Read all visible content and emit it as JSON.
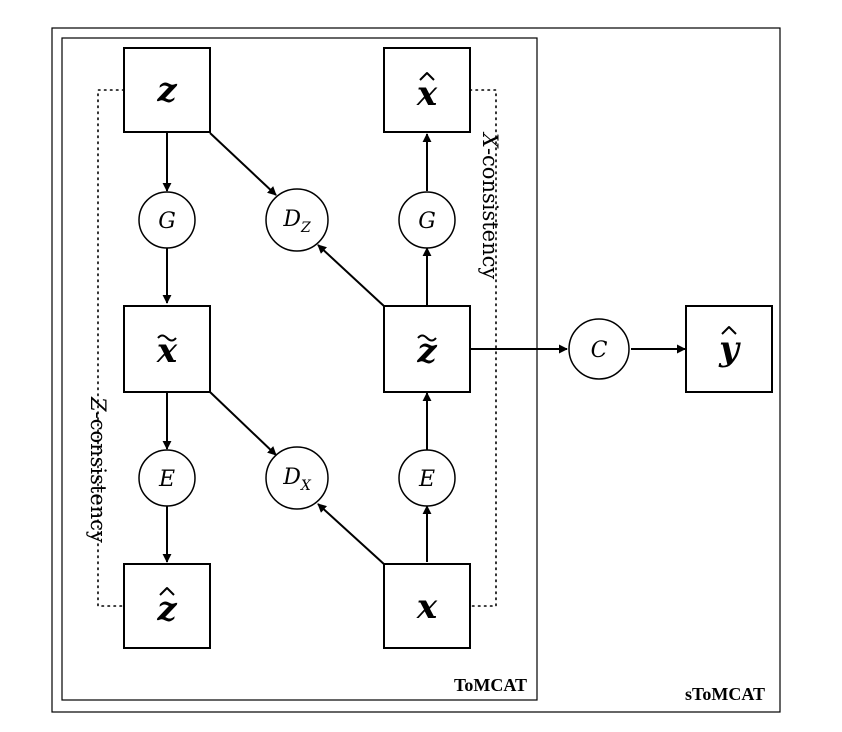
{
  "diagram": {
    "frames": {
      "outer_label": "sToMCAT",
      "inner_label": "ToMCAT"
    },
    "nodes": {
      "z": "z",
      "x_hat": "x",
      "x_tilde": "x",
      "z_tilde": "z",
      "z_hat": "z",
      "x": "x",
      "y_hat": "y"
    },
    "operators": {
      "G_left": "G",
      "G_right": "G",
      "E_left": "E",
      "E_right": "E",
      "C": "C",
      "D_Z": {
        "main": "D",
        "sub": "Z"
      },
      "D_X": {
        "main": "D",
        "sub": "X"
      }
    },
    "consistency": {
      "x_italic": "X",
      "x_rest": "-consistency",
      "z_italic": "Z",
      "z_rest": "-consistency"
    }
  }
}
